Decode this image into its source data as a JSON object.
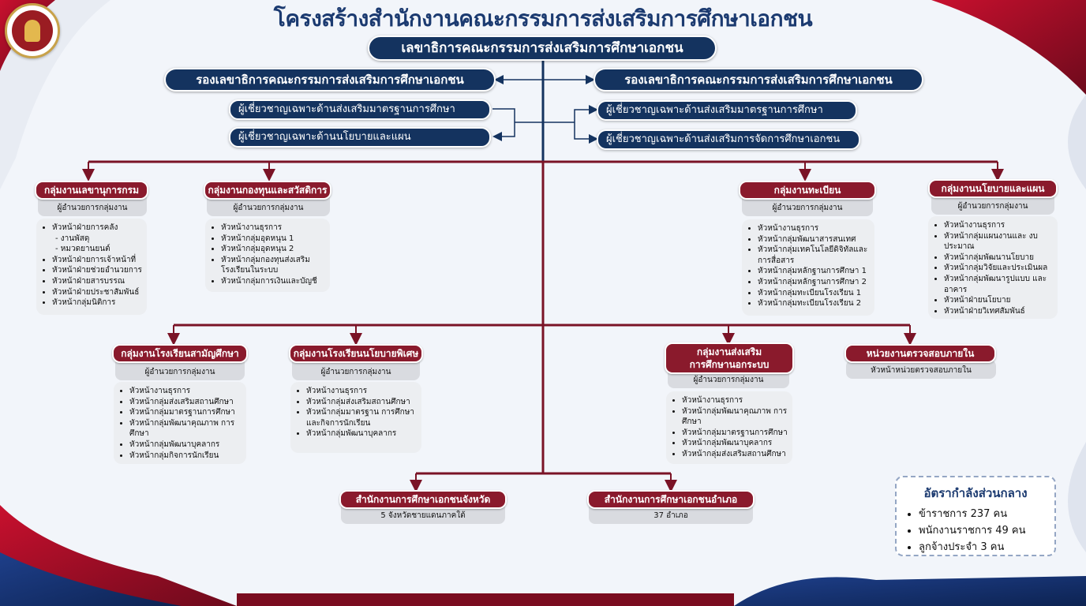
{
  "title": "โครงสร้างสำนักงานคณะกรรมการส่งเสริมการศึกษาเอกชน",
  "secretary_general": "เลขาธิการคณะกรรมการส่งเสริมการศึกษาเอกชน",
  "deputies": {
    "left": "รองเลขาธิการคณะกรรมการส่งเสริมการศึกษาเอกชน",
    "right": "รองเลขาธิการคณะกรรมการส่งเสริมการศึกษาเอกชน"
  },
  "experts": {
    "left": [
      "ผู้เชี่ยวชาญเฉพาะด้านส่งเสริมมาตรฐานการศึกษา",
      "ผู้เชี่ยวชาญเฉพาะด้านนโยบายและแผน"
    ],
    "right": [
      "ผู้เชี่ยวชาญเฉพาะด้านส่งเสริมมาตรฐานการศึกษา",
      "ผู้เชี่ยวชาญเฉพาะด้านส่งเสริมการจัดการศึกษาเอกชน"
    ]
  },
  "groups": {
    "g1": {
      "title": "กลุ่มงานเลขานุการกรม",
      "sub": "ผู้อำนวยการกลุ่มงาน",
      "items": [
        "หัวหน้าฝ่ายการคลัง",
        "- งานพัสดุ",
        "- หมวดยานยนต์",
        "หัวหน้าฝ่ายการเจ้าหน้าที่",
        "หัวหน้าฝ่ายช่วยอำนวยการ",
        "หัวหน้าฝ่ายสารบรรณ",
        "หัวหน้าฝ่ายประชาสัมพันธ์",
        "หัวหน้ากลุ่มนิติการ"
      ]
    },
    "g2": {
      "title": "กลุ่มงานกองทุนและสวัสดิการ",
      "sub": "ผู้อำนวยการกลุ่มงาน",
      "items": [
        "หัวหน้างานธุรการ",
        "หัวหน้ากลุ่มอุดหนุน 1",
        "หัวหน้ากลุ่มอุดหนุน 2",
        "หัวหน้ากลุ่มกองทุนส่งเสริม โรงเรียนในระบบ",
        "หัวหน้ากลุ่มการเงินและบัญชี"
      ]
    },
    "g3": {
      "title": "กลุ่มงานทะเบียน",
      "sub": "ผู้อำนวยการกลุ่มงาน",
      "items": [
        "หัวหน้างานธุรการ",
        "หัวหน้ากลุ่มพัฒนาสารสนเทศ",
        "หัวหน้ากลุ่มเทคโนโลยีดิจิทัลและ การสื่อสาร",
        "หัวหน้ากลุ่มหลักฐานการศึกษา 1",
        "หัวหน้ากลุ่มหลักฐานการศึกษา 2",
        "หัวหน้ากลุ่มทะเบียนโรงเรียน 1",
        "หัวหน้ากลุ่มทะเบียนโรงเรียน 2"
      ]
    },
    "g4": {
      "title": "กลุ่มงานนโยบายและแผน",
      "sub": "ผู้อำนวยการกลุ่มงาน",
      "items": [
        "หัวหน้างานธุรการ",
        "หัวหน้ากลุ่มแผนงานและ งบประมาณ",
        "หัวหน้ากลุ่มพัฒนานโยบาย",
        "หัวหน้ากลุ่มวิจัยและประเมินผล",
        "หัวหน้ากลุ่มพัฒนารูปแบบ และอาคาร",
        "หัวหน้าฝ่ายนโยบาย",
        "หัวหน้าฝ่ายวิเทศสัมพันธ์"
      ]
    },
    "g5": {
      "title": "กลุ่มงานโรงเรียนสามัญศึกษา",
      "sub": "ผู้อำนวยการกลุ่มงาน",
      "items": [
        "หัวหน้างานธุรการ",
        "หัวหน้ากลุ่มส่งเสริมสถานศึกษา",
        "หัวหน้ากลุ่มมาตรฐานการศึกษา",
        "หัวหน้ากลุ่มพัฒนาคุณภาพ การศึกษา",
        "หัวหน้ากลุ่มพัฒนาบุคลากร",
        "หัวหน้ากลุ่มกิจการนักเรียน"
      ]
    },
    "g6": {
      "title": "กลุ่มงานโรงเรียนนโยบายพิเศษ",
      "sub": "ผู้อำนวยการกลุ่มงาน",
      "items": [
        "หัวหน้างานธุรการ",
        "หัวหน้ากลุ่มส่งเสริมสถานศึกษา",
        "หัวหน้ากลุ่มมาตรฐาน การศึกษาและกิจการนักเรียน",
        "หัวหน้ากลุ่มพัฒนาบุคลากร"
      ]
    },
    "g7": {
      "title_line1": "กลุ่มงานส่งเสริม",
      "title_line2": "การศึกษานอกระบบ",
      "sub": "ผู้อำนวยการกลุ่มงาน",
      "items": [
        "หัวหน้างานธุรการ",
        "หัวหน้ากลุ่มพัฒนาคุณภาพ การศึกษา",
        "หัวหน้ากลุ่มมาตรฐานการศึกษา",
        "หัวหน้ากลุ่มพัฒนาบุคลากร",
        "หัวหน้ากลุ่มส่งเสริมสถานศึกษา"
      ]
    },
    "g8": {
      "title": "หน่วยงานตรวจสอบภายใน",
      "sub": "หัวหน้าหน่วยตรวจสอบภายใน"
    }
  },
  "offices": {
    "province": {
      "title": "สำนักงานการศึกษาเอกชนจังหวัด",
      "sub": "5 จังหวัดชายแดนภาคใต้"
    },
    "district": {
      "title": "สำนักงานการศึกษาเอกชนอำเภอ",
      "sub": "37 อำเภอ"
    }
  },
  "summary": {
    "title": "อัตรากำลังส่วนกลาง",
    "items": [
      "ข้าราชการ 237 คน",
      "พนักงานราชการ 49 คน",
      "ลูกจ้างประจำ 3 คน"
    ]
  },
  "colors": {
    "navy": "#14335f",
    "maroon": "#8a1a2c",
    "title": "#1b3a70"
  }
}
